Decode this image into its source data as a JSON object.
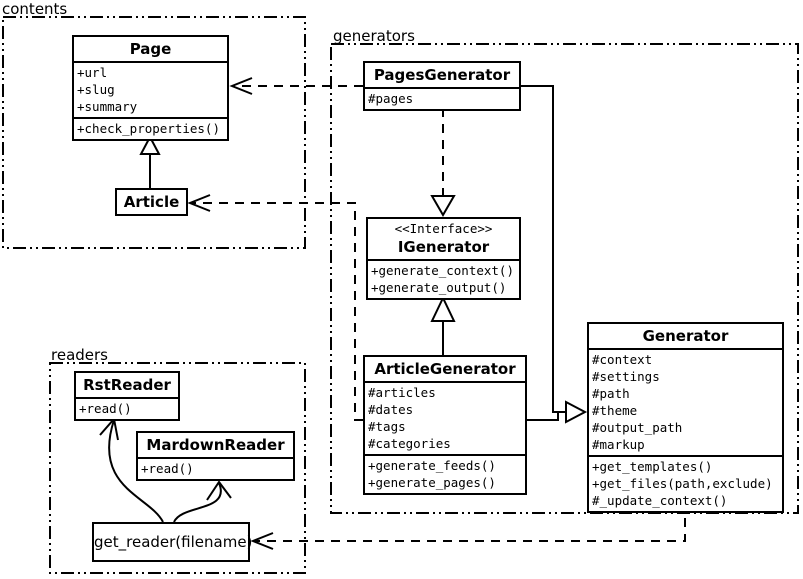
{
  "packages": {
    "contents": {
      "label": "contents"
    },
    "generators": {
      "label": "generators"
    },
    "readers": {
      "label": "readers"
    }
  },
  "classes": {
    "page": {
      "name": "Page",
      "attributes": [
        "+url",
        "+slug",
        "+summary"
      ],
      "methods": [
        "+check_properties()"
      ]
    },
    "article": {
      "name": "Article"
    },
    "pages_generator": {
      "name": "PagesGenerator",
      "attributes": [
        "#pages"
      ]
    },
    "igenerator": {
      "stereotype": "<<Interface>>",
      "name": "IGenerator",
      "methods": [
        "+generate_context()",
        "+generate_output()"
      ]
    },
    "article_generator": {
      "name": "ArticleGenerator",
      "attributes": [
        "#articles",
        "#dates",
        "#tags",
        "#categories"
      ],
      "methods": [
        "+generate_feeds()",
        "+generate_pages()"
      ]
    },
    "generator": {
      "name": "Generator",
      "attributes": [
        "#context",
        "#settings",
        "#path",
        "#theme",
        "#output_path",
        "#markup"
      ],
      "methods": [
        "+get_templates()",
        "+get_files(path,exclude)",
        "#_update_context()"
      ]
    },
    "rst_reader": {
      "name": "RstReader",
      "methods": [
        "+read()"
      ]
    },
    "mardown_reader": {
      "name": "MardownReader",
      "methods": [
        "+read()"
      ]
    }
  },
  "functions": {
    "get_reader": {
      "label": "get_reader(filename)"
    }
  },
  "colors": {
    "line": "#000000",
    "background": "#ffffff",
    "box_fill": "#ffffff"
  }
}
